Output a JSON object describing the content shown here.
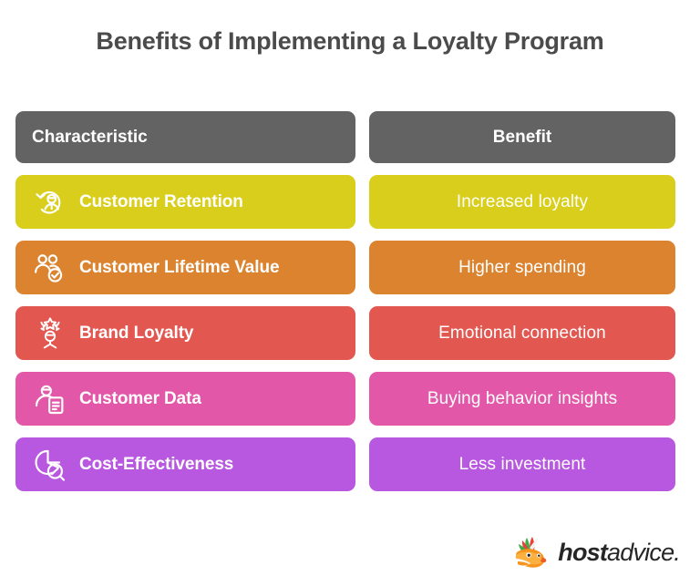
{
  "title": "Benefits of Implementing a Loyalty Program",
  "table": {
    "headers": {
      "characteristic": "Characteristic",
      "benefit": "Benefit"
    },
    "header_color": "#636363",
    "rows": [
      {
        "characteristic": "Customer Retention",
        "benefit": "Increased loyalty",
        "color": "#D9CE1C",
        "icon": "person-return-arrow-icon"
      },
      {
        "characteristic": "Customer Lifetime Value",
        "benefit": "Higher spending",
        "color": "#DB832F",
        "icon": "two-people-check-icon"
      },
      {
        "characteristic": "Brand Loyalty",
        "benefit": "Emotional connection",
        "color": "#E25750",
        "icon": "person-stars-icon"
      },
      {
        "characteristic": "Customer Data",
        "benefit": "Buying behavior insights",
        "color": "#E257A8",
        "icon": "person-document-icon"
      },
      {
        "characteristic": "Cost-Effectiveness",
        "benefit": "Less investment",
        "color": "#B857E0",
        "icon": "pie-chart-magnifier-icon"
      }
    ]
  },
  "logo": {
    "brand_bold": "host",
    "brand_light": "advice.",
    "mascot": "fox-mascot-icon"
  },
  "colors": {
    "title_text": "#4b4b4b",
    "background": "#ffffff",
    "cell_text": "#ffffff"
  }
}
